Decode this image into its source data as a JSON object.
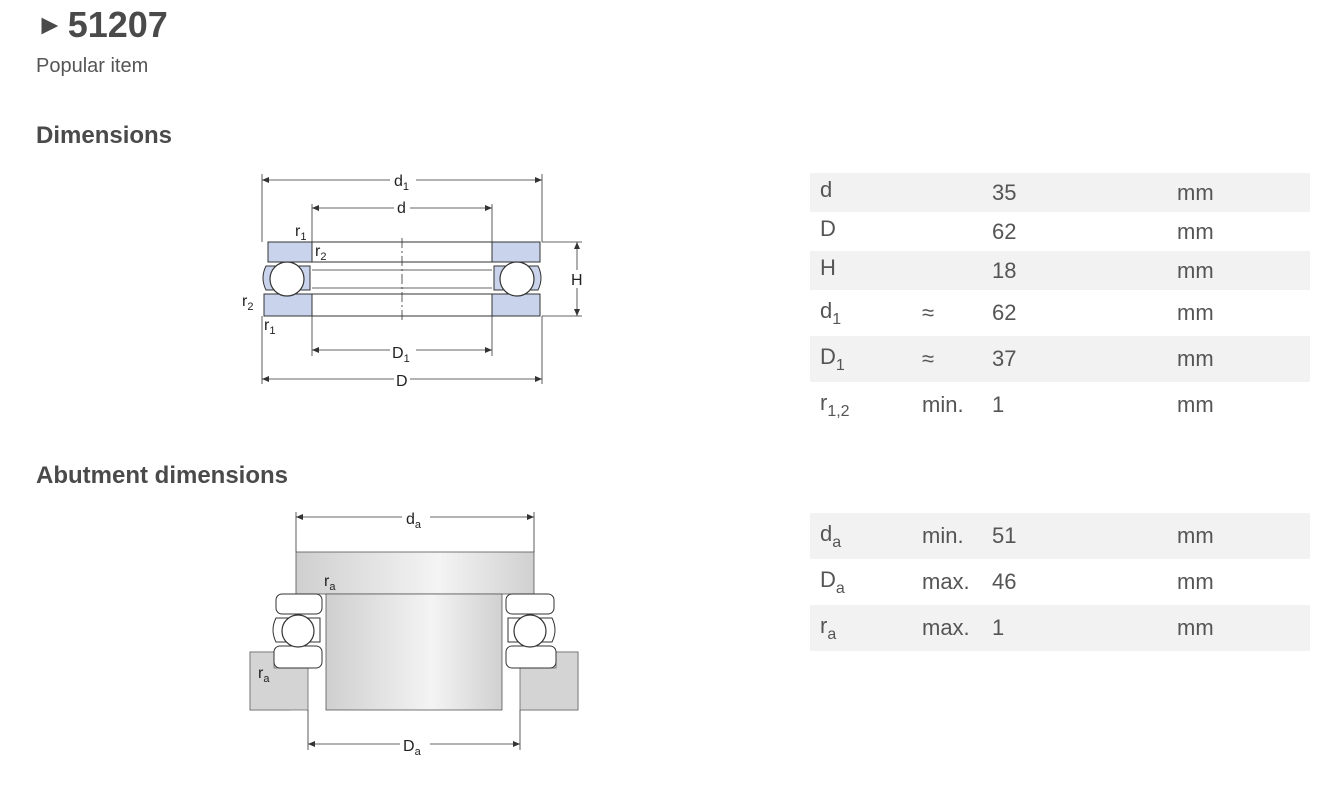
{
  "header": {
    "title": "51207",
    "subtitle": "Popular item"
  },
  "sections": {
    "dimensions": "Dimensions",
    "abutment": "Abutment dimensions"
  },
  "dimensions_rows": [
    {
      "sym": "d",
      "sub": "",
      "qual": "",
      "val": "35",
      "unit": "mm"
    },
    {
      "sym": "D",
      "sub": "",
      "qual": "",
      "val": "62",
      "unit": "mm"
    },
    {
      "sym": "H",
      "sub": "",
      "qual": "",
      "val": "18",
      "unit": "mm"
    },
    {
      "sym": "d",
      "sub": "1",
      "qual": "≈",
      "val": "62",
      "unit": "mm"
    },
    {
      "sym": "D",
      "sub": "1",
      "qual": "≈",
      "val": "37",
      "unit": "mm"
    },
    {
      "sym": "r",
      "sub": "1,2",
      "qual": "min.",
      "val": "1",
      "unit": "mm"
    }
  ],
  "abutment_rows": [
    {
      "sym": "d",
      "sub": "a",
      "qual": "min.",
      "val": "51",
      "unit": "mm"
    },
    {
      "sym": "D",
      "sub": "a",
      "qual": "max.",
      "val": "46",
      "unit": "mm"
    },
    {
      "sym": "r",
      "sub": "a",
      "qual": "max.",
      "val": "1",
      "unit": "mm"
    }
  ],
  "diagram1_labels": {
    "d1": "d",
    "d1_sub": "1",
    "d": "d",
    "r1_top": "r",
    "r1_top_sub": "1",
    "r2_top": "r",
    "r2_top_sub": "2",
    "H": "H",
    "r2_left": "r",
    "r2_left_sub": "2",
    "r1_left": "r",
    "r1_left_sub": "1",
    "D1": "D",
    "D1_sub": "1",
    "D": "D"
  },
  "diagram2_labels": {
    "da": "d",
    "da_sub": "a",
    "ra_top": "r",
    "ra_top_sub": "a",
    "ra_left": "r",
    "ra_left_sub": "a",
    "Da": "D",
    "Da_sub": "a"
  },
  "colors": {
    "ring": "#c9d3ec",
    "housing": "#d4d4d4",
    "text": "#4a4a4a"
  }
}
